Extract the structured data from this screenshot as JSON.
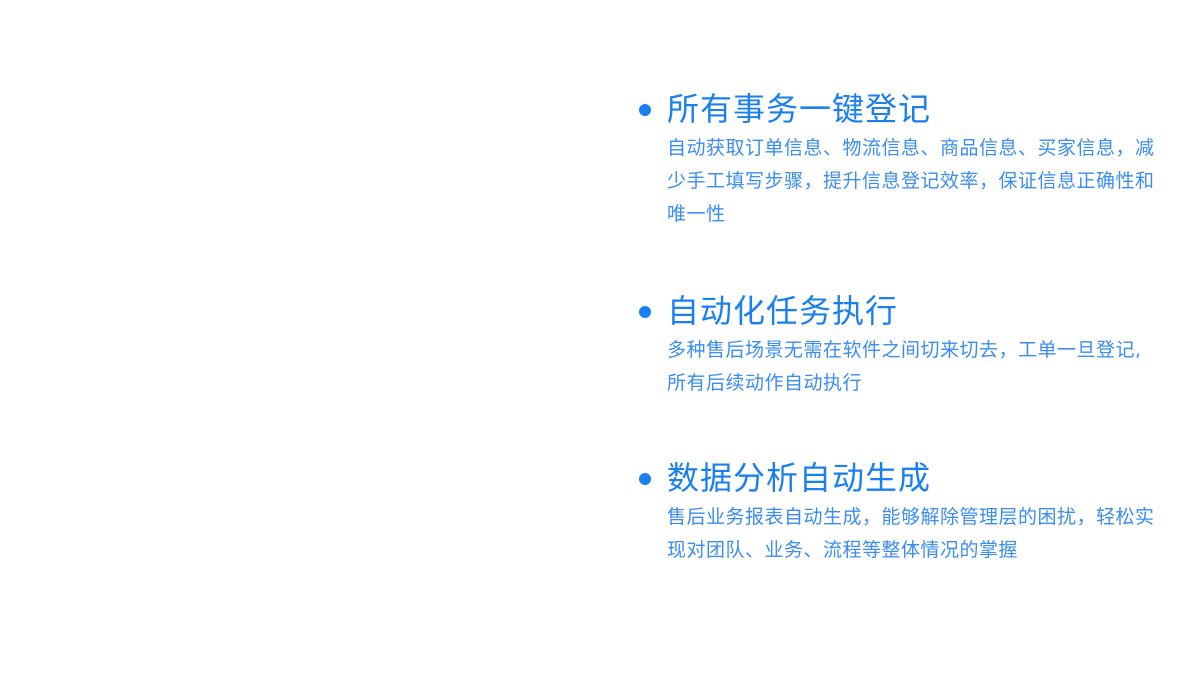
{
  "colors": {
    "accent": "#1a7ff0",
    "text": "#3a8df2",
    "background": "#ffffff"
  },
  "features": [
    {
      "title": "所有事务一键登记",
      "description": "自动获取订单信息、物流信息、商品信息、买家信息，减少手工填写步骤，提升信息登记效率，保证信息正确性和唯一性"
    },
    {
      "title": "自动化任务执行",
      "description": "多种售后场景无需在软件之间切来切去，工单一旦登记,所有后续动作自动执行"
    },
    {
      "title": "数据分析自动生成",
      "description": "售后业务报表自动生成，能够解除管理层的困扰，轻松实现对团队、业务、流程等整体情况的掌握"
    }
  ]
}
